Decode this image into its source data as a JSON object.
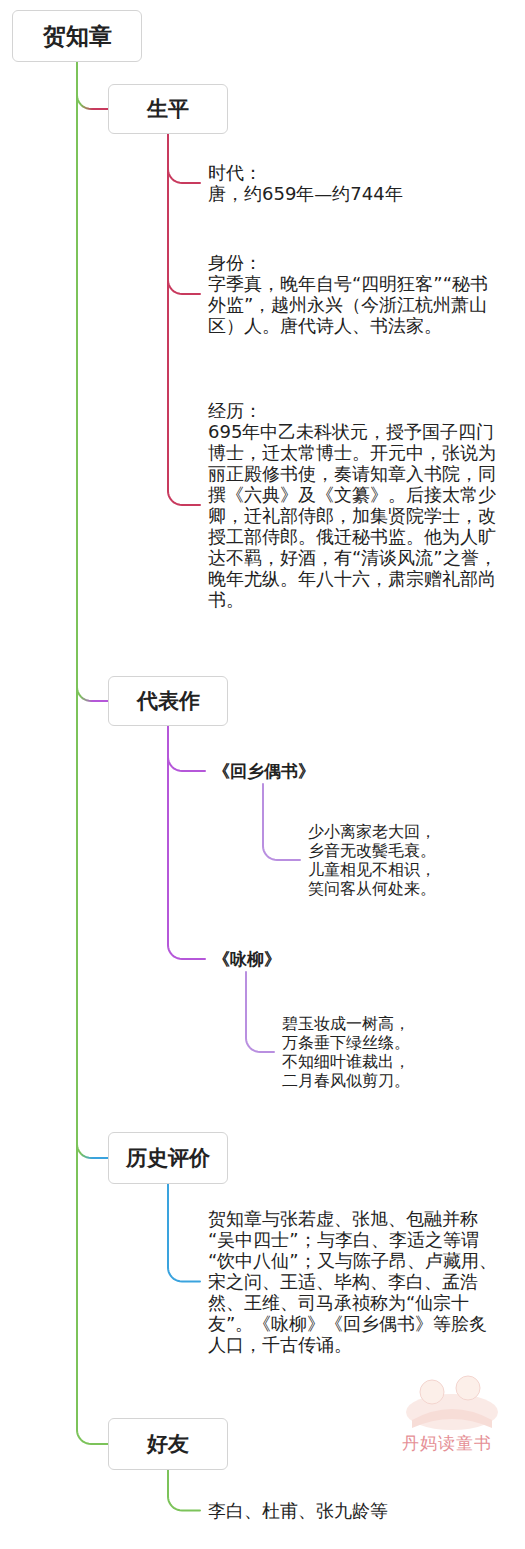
{
  "diagram": {
    "nodes": [
      {
        "text": [
          "贺知章"
        ]
      },
      {
        "text": [
          "生平"
        ]
      },
      {
        "text": [
          "时代：",
          "唐，约659年—约744年"
        ]
      },
      {
        "text": [
          "身份：",
          "字季真，晚年自号“四明狂客”“秘书外监”，越州永兴（今浙江杭州萧山区）人。唐代诗人、书法家。"
        ]
      },
      {
        "text": [
          "经历：",
          "695年中乙未科状元，授予国子四门博士，迁太常博士。开元中，张说为丽正殿修书使，奏请知章入书院，同撰《六典》及《文纂》。后接太常少卿，迁礼部侍郎，加集贤院学士，改授工部侍郎。俄迁秘书监。他为人旷达不羁，好酒，有“清谈风流”之誉，晚年尤纵。年八十六，肃宗赠礼部尚书。"
        ]
      },
      {
        "text": [
          "代表作"
        ]
      },
      {
        "text": [
          "《回乡偶书》"
        ]
      },
      {
        "text": [
          "少小离家老大回， 乡音无改鬓毛衰。 儿童相见不相识， 笑问客从何处来。"
        ]
      },
      {
        "text": [
          "《咏柳》"
        ]
      },
      {
        "text": [
          "碧玉妆成一树高， 万条垂下绿丝绦。 不知细叶谁裁出， 二月春风似剪刀。"
        ]
      },
      {
        "text": [
          "历史评价"
        ]
      },
      {
        "text": [
          "贺知章与张若虚、张旭、包融并称“吴中四士”；与李白、李适之等谓“饮中八仙”；又与陈子昂、卢藏用、宋之问、王适、毕构、李白、孟浩然、王维、司马承祯称为“仙宗十友”。《咏柳》《回乡偶书》等脍炙人口，千古传诵。"
        ]
      },
      {
        "text": [
          "好友"
        ]
      },
      {
        "text": [
          "李白、杜甫、张九龄等"
        ]
      }
    ],
    "edges": [
      {
        "from": 0,
        "to": 1,
        "arrow": "none"
      },
      {
        "from": 0,
        "to": 5,
        "arrow": "none"
      },
      {
        "from": 0,
        "to": 10,
        "arrow": "none"
      },
      {
        "from": 0,
        "to": 12,
        "arrow": "none"
      },
      {
        "from": 1,
        "to": 2,
        "arrow": "none"
      },
      {
        "from": 1,
        "to": 3,
        "arrow": "none"
      },
      {
        "from": 1,
        "to": 4,
        "arrow": "none"
      },
      {
        "from": 5,
        "to": 6,
        "arrow": "none"
      },
      {
        "from": 5,
        "to": 8,
        "arrow": "none"
      },
      {
        "from": 6,
        "to": 7,
        "arrow": "none"
      },
      {
        "from": 8,
        "to": 9,
        "arrow": "none"
      },
      {
        "from": 10,
        "to": 11,
        "arrow": "none"
      },
      {
        "from": 12,
        "to": 13,
        "arrow": "none"
      }
    ],
    "labels": [
      "丹妈读童书"
    ]
  }
}
